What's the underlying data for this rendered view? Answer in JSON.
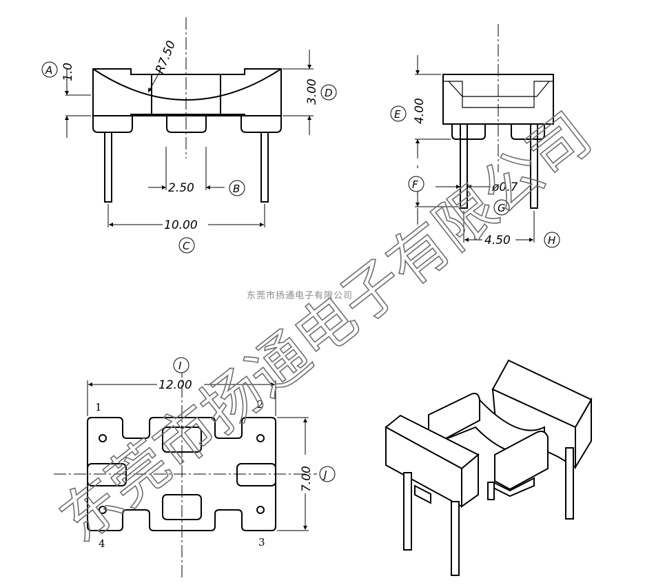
{
  "watermark": {
    "small": "东莞市扬通电子有限公司",
    "large": "东莞市扬通电子有限公司"
  },
  "front_view": {
    "dims": {
      "a": "1.0",
      "radius": "R7.50",
      "d": "3.00",
      "b": "2.50",
      "c": "10.00"
    },
    "labels": {
      "a": "A",
      "b": "B",
      "c": "C",
      "d": "D"
    }
  },
  "side_view": {
    "dims": {
      "e": "4.00",
      "pin_dia": "ø0.7",
      "h": "4.50"
    },
    "labels": {
      "e": "E",
      "f": "F",
      "g": "G",
      "h": "H"
    }
  },
  "bottom_view": {
    "dims": {
      "i": "12.00",
      "j": "7.00"
    },
    "labels": {
      "i": "I",
      "j": "J"
    },
    "pins": [
      "1",
      "2",
      "3",
      "4"
    ]
  }
}
